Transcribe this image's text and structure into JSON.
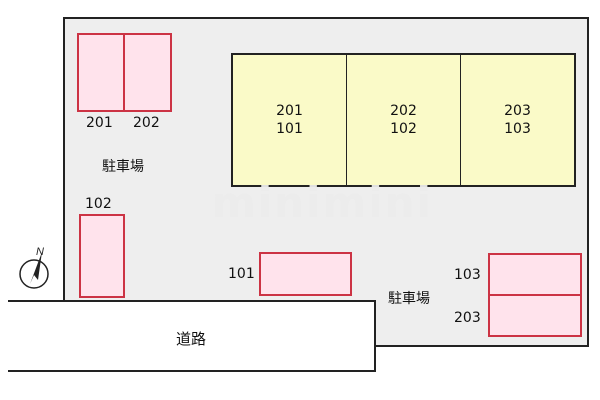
{
  "map": {
    "road_label": "道路",
    "parking_labels": [
      "駐車場",
      "駐車場"
    ],
    "watermark": "minimini",
    "compass_letter": "N",
    "building_units": [
      {
        "upper": "201",
        "lower": "101"
      },
      {
        "upper": "202",
        "lower": "102"
      },
      {
        "upper": "203",
        "lower": "103"
      }
    ],
    "parking_spots": [
      "201",
      "202",
      "102",
      "101",
      "103",
      "203"
    ]
  },
  "colors": {
    "building_fill": "#fafac8",
    "spot_fill": "#ffe3ec",
    "spot_border": "#cc3344",
    "site_fill": "#eeeeee"
  }
}
